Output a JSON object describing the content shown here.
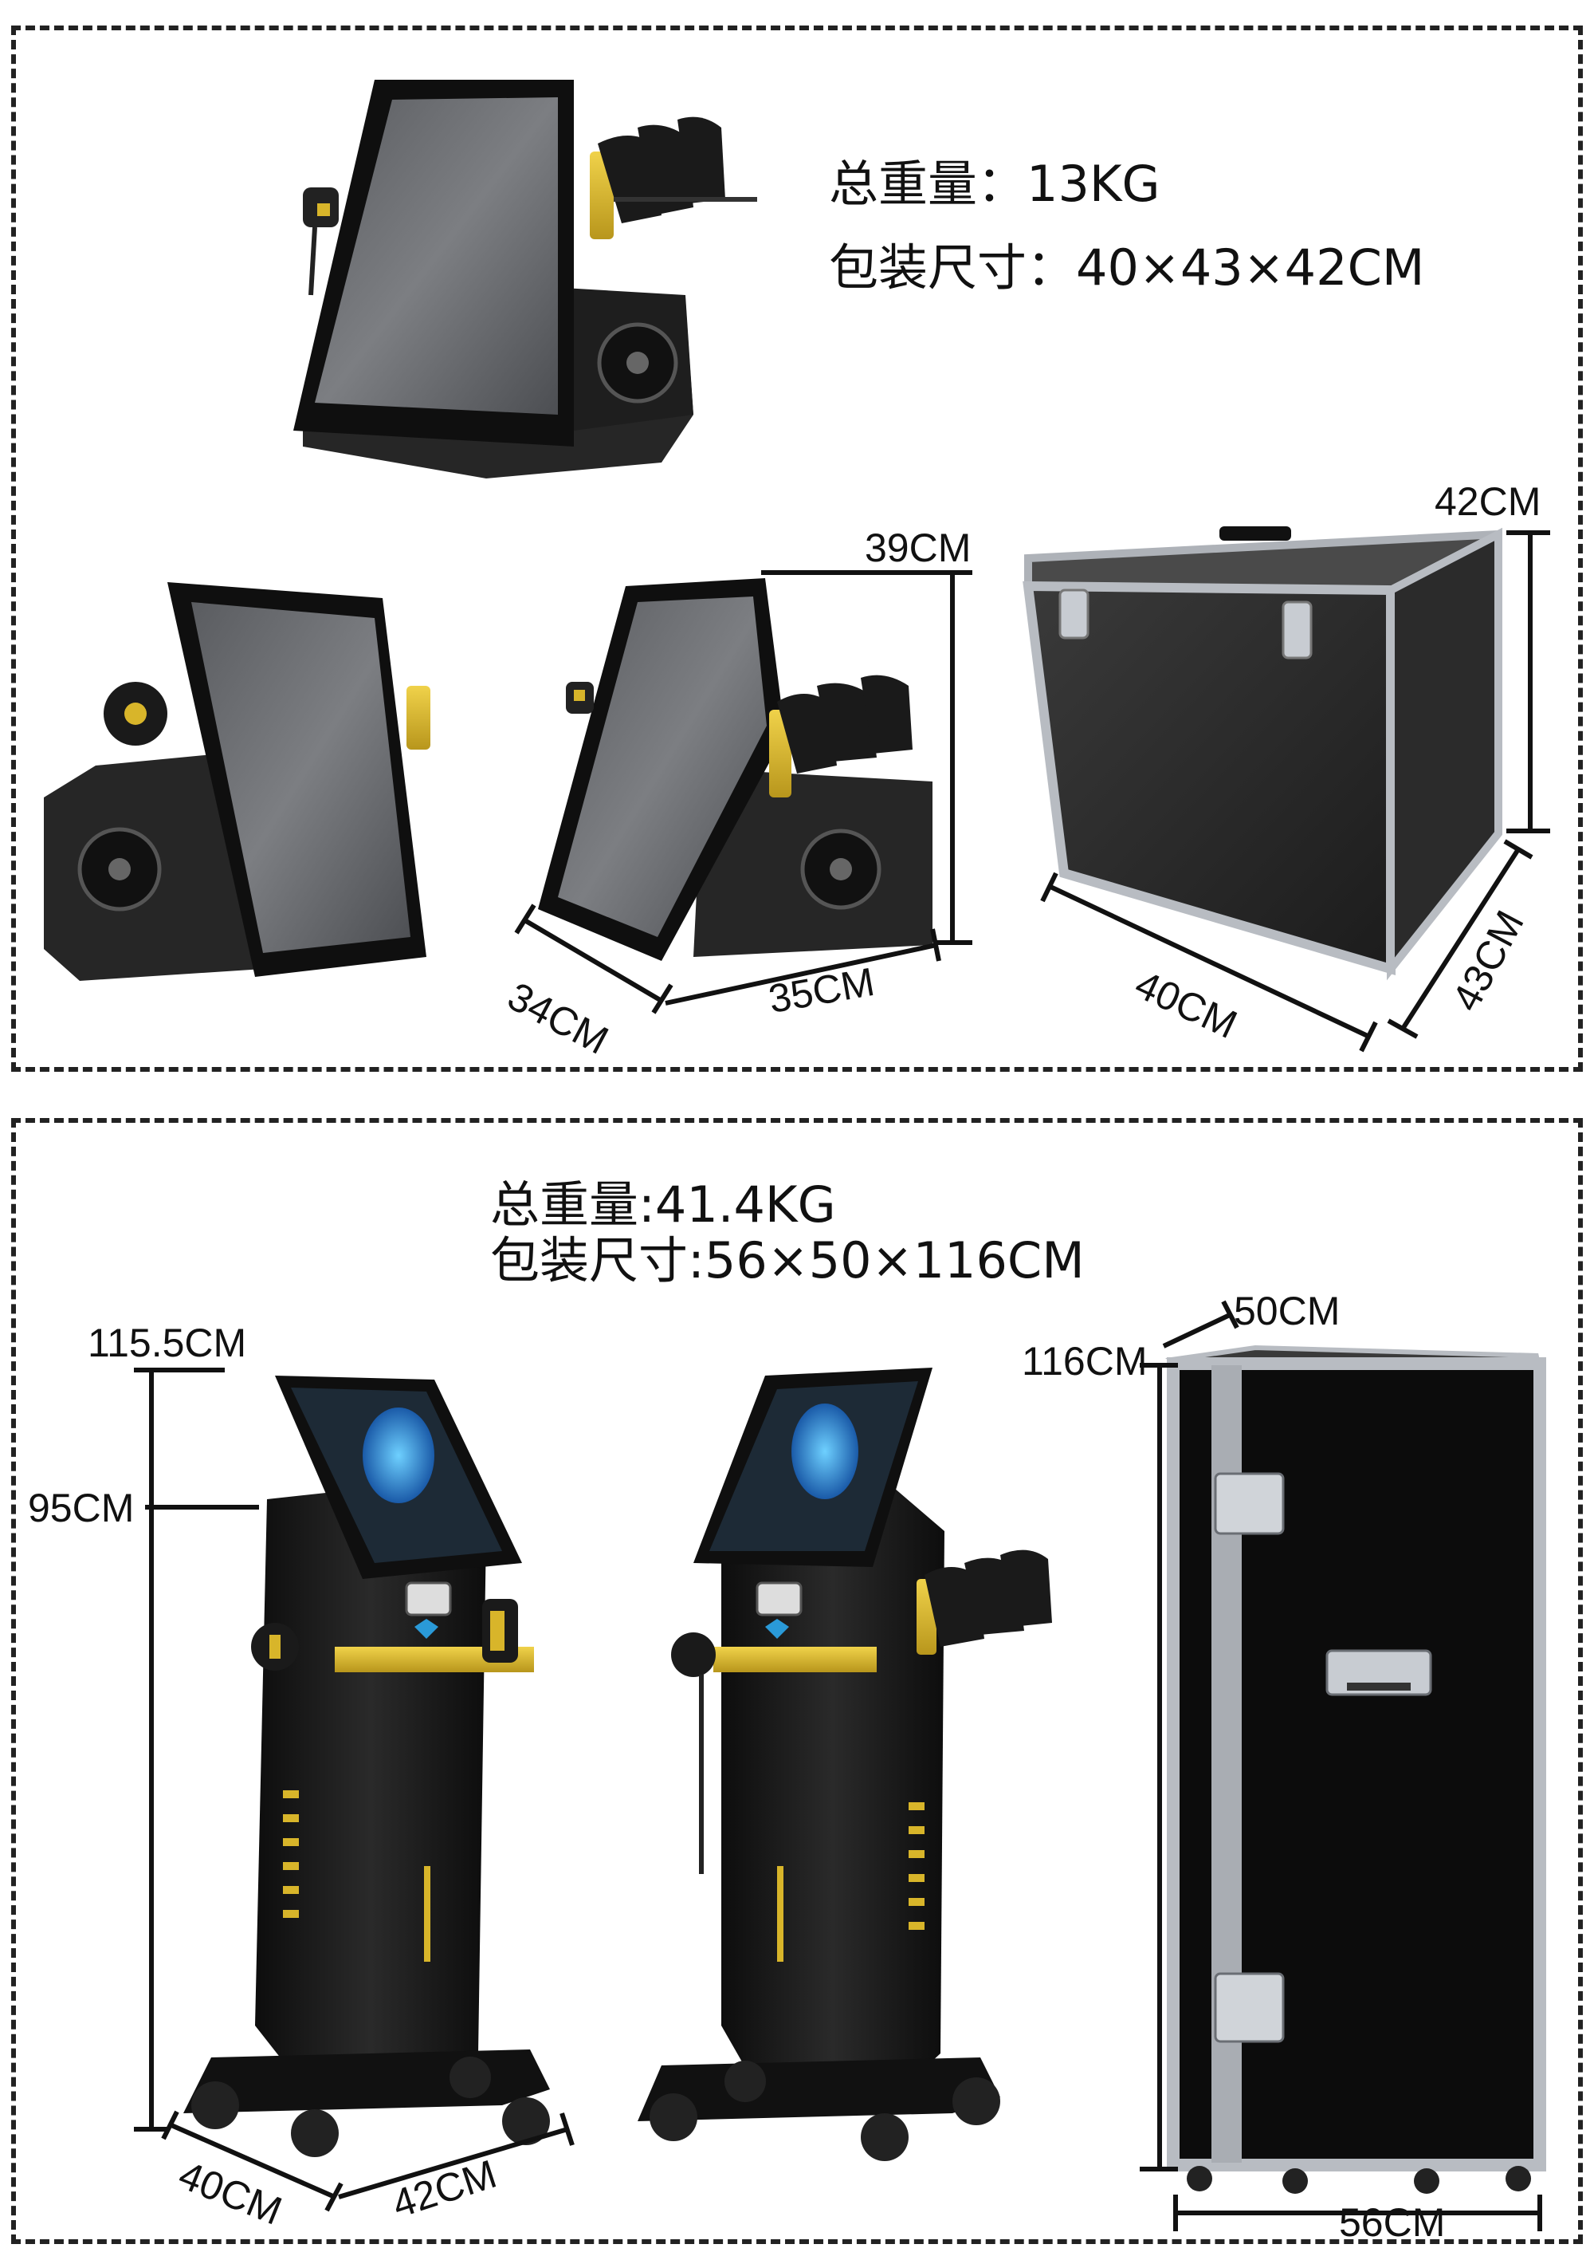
{
  "top": {
    "weight_text": "总重量：13KG",
    "size_text": "包装尺寸：40×43×42CM",
    "dims": {
      "height_unit": "39CM",
      "depth_unit": "34CM",
      "width_unit": "35CM",
      "case_height": "42CM",
      "case_width": "40CM",
      "case_depth": "43CM"
    }
  },
  "bottom": {
    "weight_text": "总重量:41.4KG",
    "size_text": "包装尺寸:56×50×116CM",
    "dims": {
      "total_height": "115.5CM",
      "body_height": "95CM",
      "base_depth": "40CM",
      "base_width": "42CM",
      "case_depth": "50CM",
      "case_height": "116CM",
      "case_width": "56CM"
    }
  },
  "colors": {
    "device_black": "#1a1a1a",
    "accent_gold": "#d8b52a",
    "screen_blue": "#2a9ad8",
    "case_silver": "#b8bcc2"
  }
}
